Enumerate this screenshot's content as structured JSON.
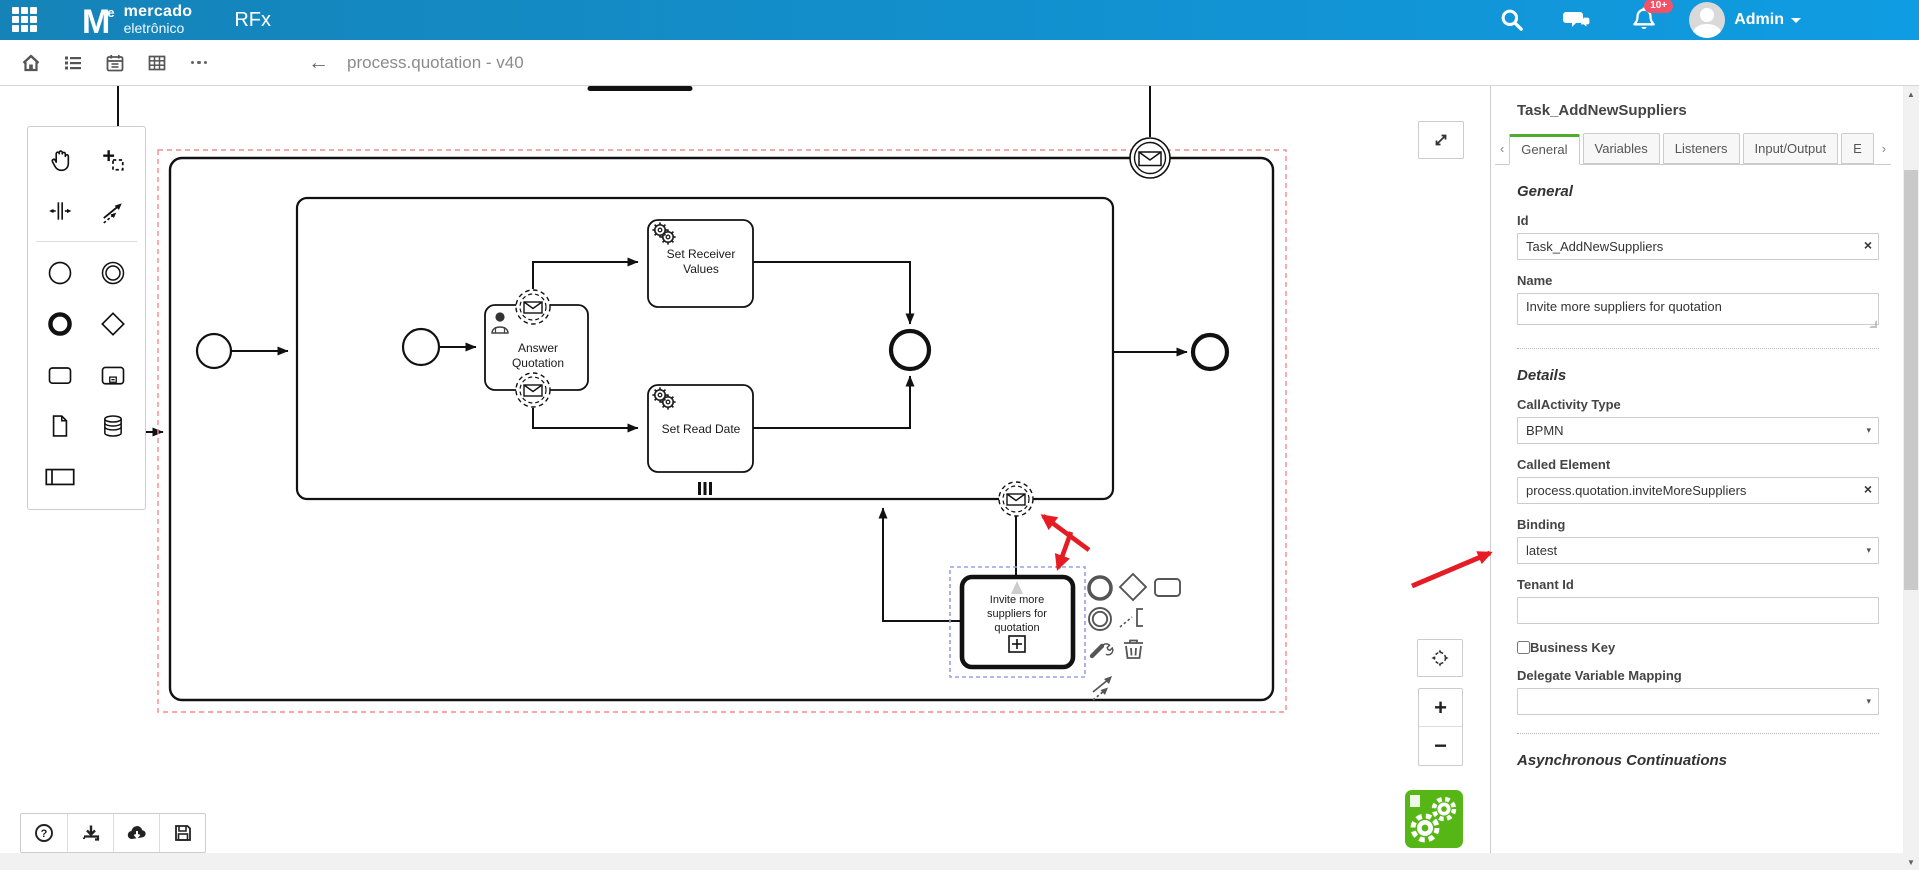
{
  "colors": {
    "navbar-left": "#1583b8",
    "navbar-right": "#109ce2",
    "badge": "#f25268",
    "accent-green": "#4ead31",
    "camunda-green": "#55b616",
    "selection-blue": "#97a0e8",
    "selection-red": "#f88a8a",
    "annotation-red": "#e51c23",
    "toolbar-icon": "#555555",
    "panel-border": "#cccccc"
  },
  "glyphs": {
    "back_arrow": "←",
    "caret_down": "▾",
    "scroll_up": "▲",
    "scroll_down": "▼",
    "tab_prev": "‹",
    "tab_next": "›",
    "zoom_in": "+",
    "zoom_out": "−",
    "clear_x": "×",
    "help_q": "?"
  },
  "navbar": {
    "brand": {
      "mark": "M",
      "mark_sup": "e",
      "name_line1": "mercado",
      "name_line2": "eletrônico"
    },
    "app_title": "RFx",
    "notifications_badge": "10+",
    "user_name": "Admin"
  },
  "toolbar": {
    "document_title": "process.quotation - v40"
  },
  "diagram": {
    "answer_quotation_lines": [
      "Answer",
      "Quotation"
    ],
    "set_receiver_values_lines": [
      "Set Receiver",
      "Values"
    ],
    "set_read_date": "Set Read Date",
    "invite_more_suppliers_lines": [
      "Invite more",
      "suppliers for",
      "quotation"
    ]
  },
  "properties_panel": {
    "title": "Task_AddNewSuppliers",
    "tabs": [
      {
        "label": "General",
        "active": true
      },
      {
        "label": "Variables",
        "active": false
      },
      {
        "label": "Listeners",
        "active": false
      },
      {
        "label": "Input/Output",
        "active": false
      },
      {
        "label": "E",
        "active": false
      }
    ],
    "general": {
      "heading": "General",
      "id_label": "Id",
      "id_value": "Task_AddNewSuppliers",
      "name_label": "Name",
      "name_value": "Invite more suppliers for quotation"
    },
    "details": {
      "heading": "Details",
      "call_activity_type_label": "CallActivity Type",
      "call_activity_type_value": "BPMN",
      "called_element_label": "Called Element",
      "called_element_value": "process.quotation.inviteMoreSuppliers",
      "binding_label": "Binding",
      "binding_value": "latest",
      "tenant_id_label": "Tenant Id",
      "tenant_id_value": "",
      "business_key_label": "Business Key",
      "business_key_checked": false,
      "delegate_variable_mapping_label": "Delegate Variable Mapping",
      "delegate_variable_mapping_value": ""
    },
    "async_heading": "Asynchronous Continuations"
  }
}
